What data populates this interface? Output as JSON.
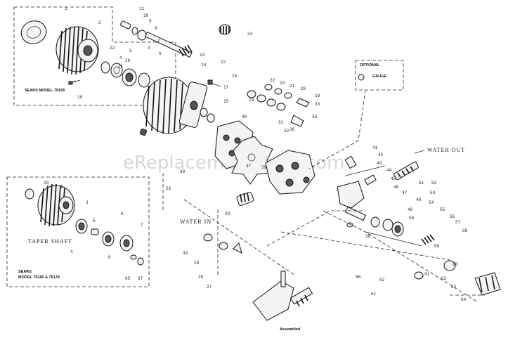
{
  "captions": {
    "sears_model_top": "SEARS MODEL 79158",
    "taper_shaft": "TAPER SHAFT",
    "sears_model_bottom_line1": "SEARS",
    "sears_model_bottom_line2": "MODEL 75165 & 75178",
    "optional": "OPTIONAL",
    "gauge": "GAUGE",
    "water_out": "WATER OUT",
    "water_in": "WATER IN",
    "assembled": "Assembled",
    "watermark": "eReplacementParts.com"
  },
  "part_numbers": {
    "top_column": [
      "11",
      "10",
      "9",
      "8",
      "7",
      "3",
      "6"
    ],
    "top_left_box": [
      "1",
      "2",
      "18",
      "22",
      "4",
      "5",
      "20",
      "21"
    ],
    "center": [
      "24",
      "13",
      "14",
      "12",
      "16",
      "17",
      "15",
      "19",
      "30",
      "26"
    ],
    "valves": [
      "22",
      "23",
      "21",
      "20",
      "19",
      "33",
      "35",
      "36",
      "31",
      "32"
    ],
    "right_cluster": [
      "41",
      "42",
      "43",
      "44",
      "45",
      "46",
      "47",
      "48",
      "49",
      "50",
      "51",
      "52",
      "53",
      "54",
      "55",
      "56",
      "57",
      "58",
      "59",
      "60",
      "61",
      "62",
      "63",
      "64"
    ],
    "bottom_left_box": [
      "29",
      "2",
      "3",
      "4",
      "5",
      "6",
      "7",
      "8",
      "65",
      "67"
    ],
    "bottom_center": [
      "34",
      "28",
      "25",
      "27",
      "29",
      "37",
      "39",
      "40",
      "38",
      "66",
      "61",
      "62"
    ]
  }
}
